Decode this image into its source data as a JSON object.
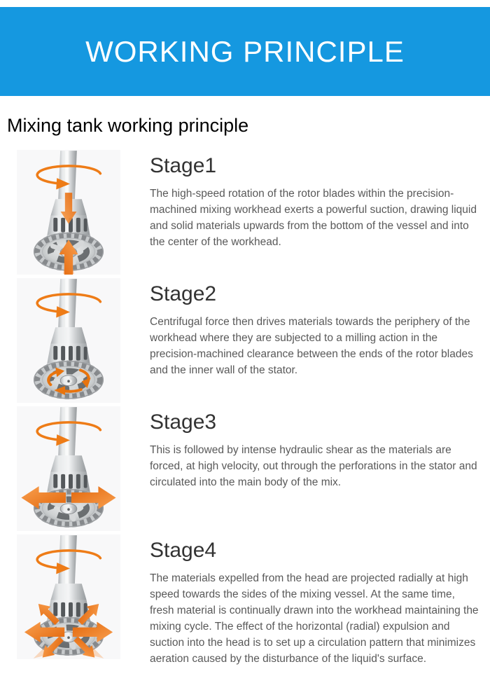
{
  "banner": {
    "title": "WORKING PRINCIPLE"
  },
  "page_title": "Mixing tank working principle",
  "colors": {
    "accent_blue": "#1598e0",
    "arrow_orange": "#ee7c17",
    "photo_background": "#f8f8f9"
  },
  "stages": [
    {
      "title": "Stage1",
      "image": "workhead-rotation-suction",
      "description": "The high-speed rotation of the rotor blades within the precision-machined mixing workhead exerts a powerful suction, drawing liquid and solid materials upwards from the bottom of the vessel and into the center of the workhead."
    },
    {
      "title": "Stage2",
      "image": "workhead-centrifugal-milling",
      "description": "Centrifugal force then drives materials towards the periphery of the workhead where they are subjected to a milling action in the precision-machined clearance between the ends of the rotor blades and the inner wall of the stator."
    },
    {
      "title": "Stage3",
      "image": "workhead-hydraulic-shear",
      "description": "This is followed by intense hydraulic shear as the materials are forced, at high velocity, out through the perforations in the stator and circulated into the main body of the mix."
    },
    {
      "title": "Stage4",
      "image": "workhead-radial-circulation",
      "description": "The materials expelled from the head are projected radially at high speed towards the sides of the mixing vessel. At the same time, fresh material is continually drawn into the workhead maintaining the mixing cycle. The effect of the horizontal (radial) expulsion and suction into the head is to set up a circulation pattern that minimizes aeration caused by the disturbance of the liquid's surface."
    }
  ]
}
